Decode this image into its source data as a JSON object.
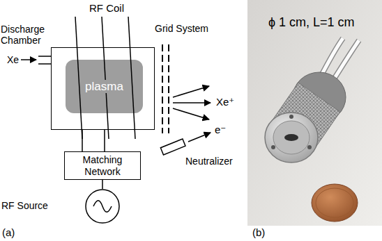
{
  "diagram": {
    "nodes": [
      {
        "text": [
          "Discharge Chamber"
        ]
      },
      {
        "text": [
          "plasma"
        ],
        "in": 0
      },
      {
        "text": [
          "Matching Network"
        ]
      },
      {
        "text": [
          "RF Source"
        ]
      },
      {
        "text": [
          "Neutralizer"
        ]
      }
    ],
    "edges": [
      {
        "from": 0,
        "to": 2,
        "arrow": "none"
      },
      {
        "from": 2,
        "to": 3,
        "arrow": "none"
      }
    ],
    "labels": [
      "RF Coil",
      "Grid System",
      "Xe",
      "Xe⁺",
      "e⁻",
      "ϕ 1 cm, L=1 cm",
      "(a)",
      "(b)"
    ]
  }
}
